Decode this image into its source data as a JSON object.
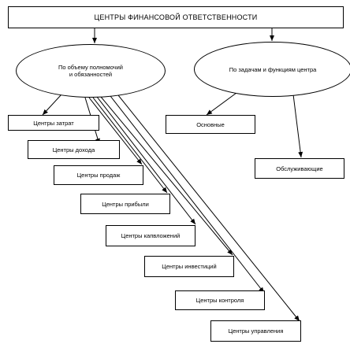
{
  "diagram": {
    "title": "ЦЕНТРЫ ФИНАНСОВОЙ ОТВЕТСТВЕННОСТИ",
    "left_group": {
      "label": "По объему полномочий\nи обязанностей",
      "items": [
        "Центры затрат",
        "Центры дохода",
        "Центры продаж",
        "Центры прибыли",
        "Центры капвложений",
        "Центры инвестиций",
        "Центры контроля",
        "Центры управления"
      ]
    },
    "right_group": {
      "label": "По задачам и функциям центра",
      "items": [
        "Основные",
        "Обслуживающие"
      ]
    },
    "colors": {
      "line": "#000000",
      "background": "#ffffff"
    }
  }
}
